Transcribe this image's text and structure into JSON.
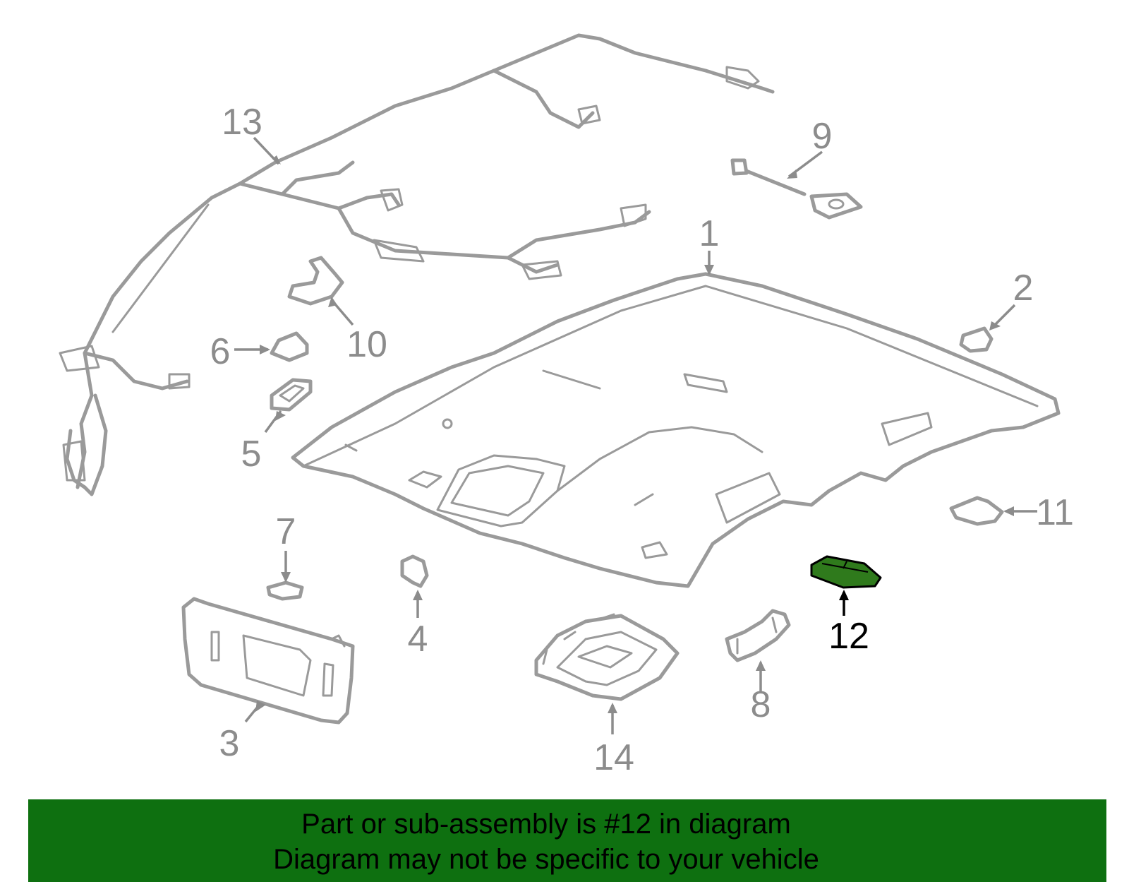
{
  "diagram": {
    "callouts": [
      {
        "number": "1"
      },
      {
        "number": "2"
      },
      {
        "number": "3"
      },
      {
        "number": "4"
      },
      {
        "number": "5"
      },
      {
        "number": "6"
      },
      {
        "number": "7"
      },
      {
        "number": "8"
      },
      {
        "number": "9"
      },
      {
        "number": "10"
      },
      {
        "number": "11"
      },
      {
        "number": "12"
      },
      {
        "number": "13"
      },
      {
        "number": "14"
      }
    ],
    "highlighted_part": "12",
    "colors": {
      "highlight": "#2f7a1c",
      "part_stroke": "#9a9a9a",
      "banner": "#0e7010"
    }
  },
  "banner": {
    "line1": "Part or sub-assembly is #12 in diagram",
    "line2": "Diagram may not be specific to your vehicle"
  }
}
